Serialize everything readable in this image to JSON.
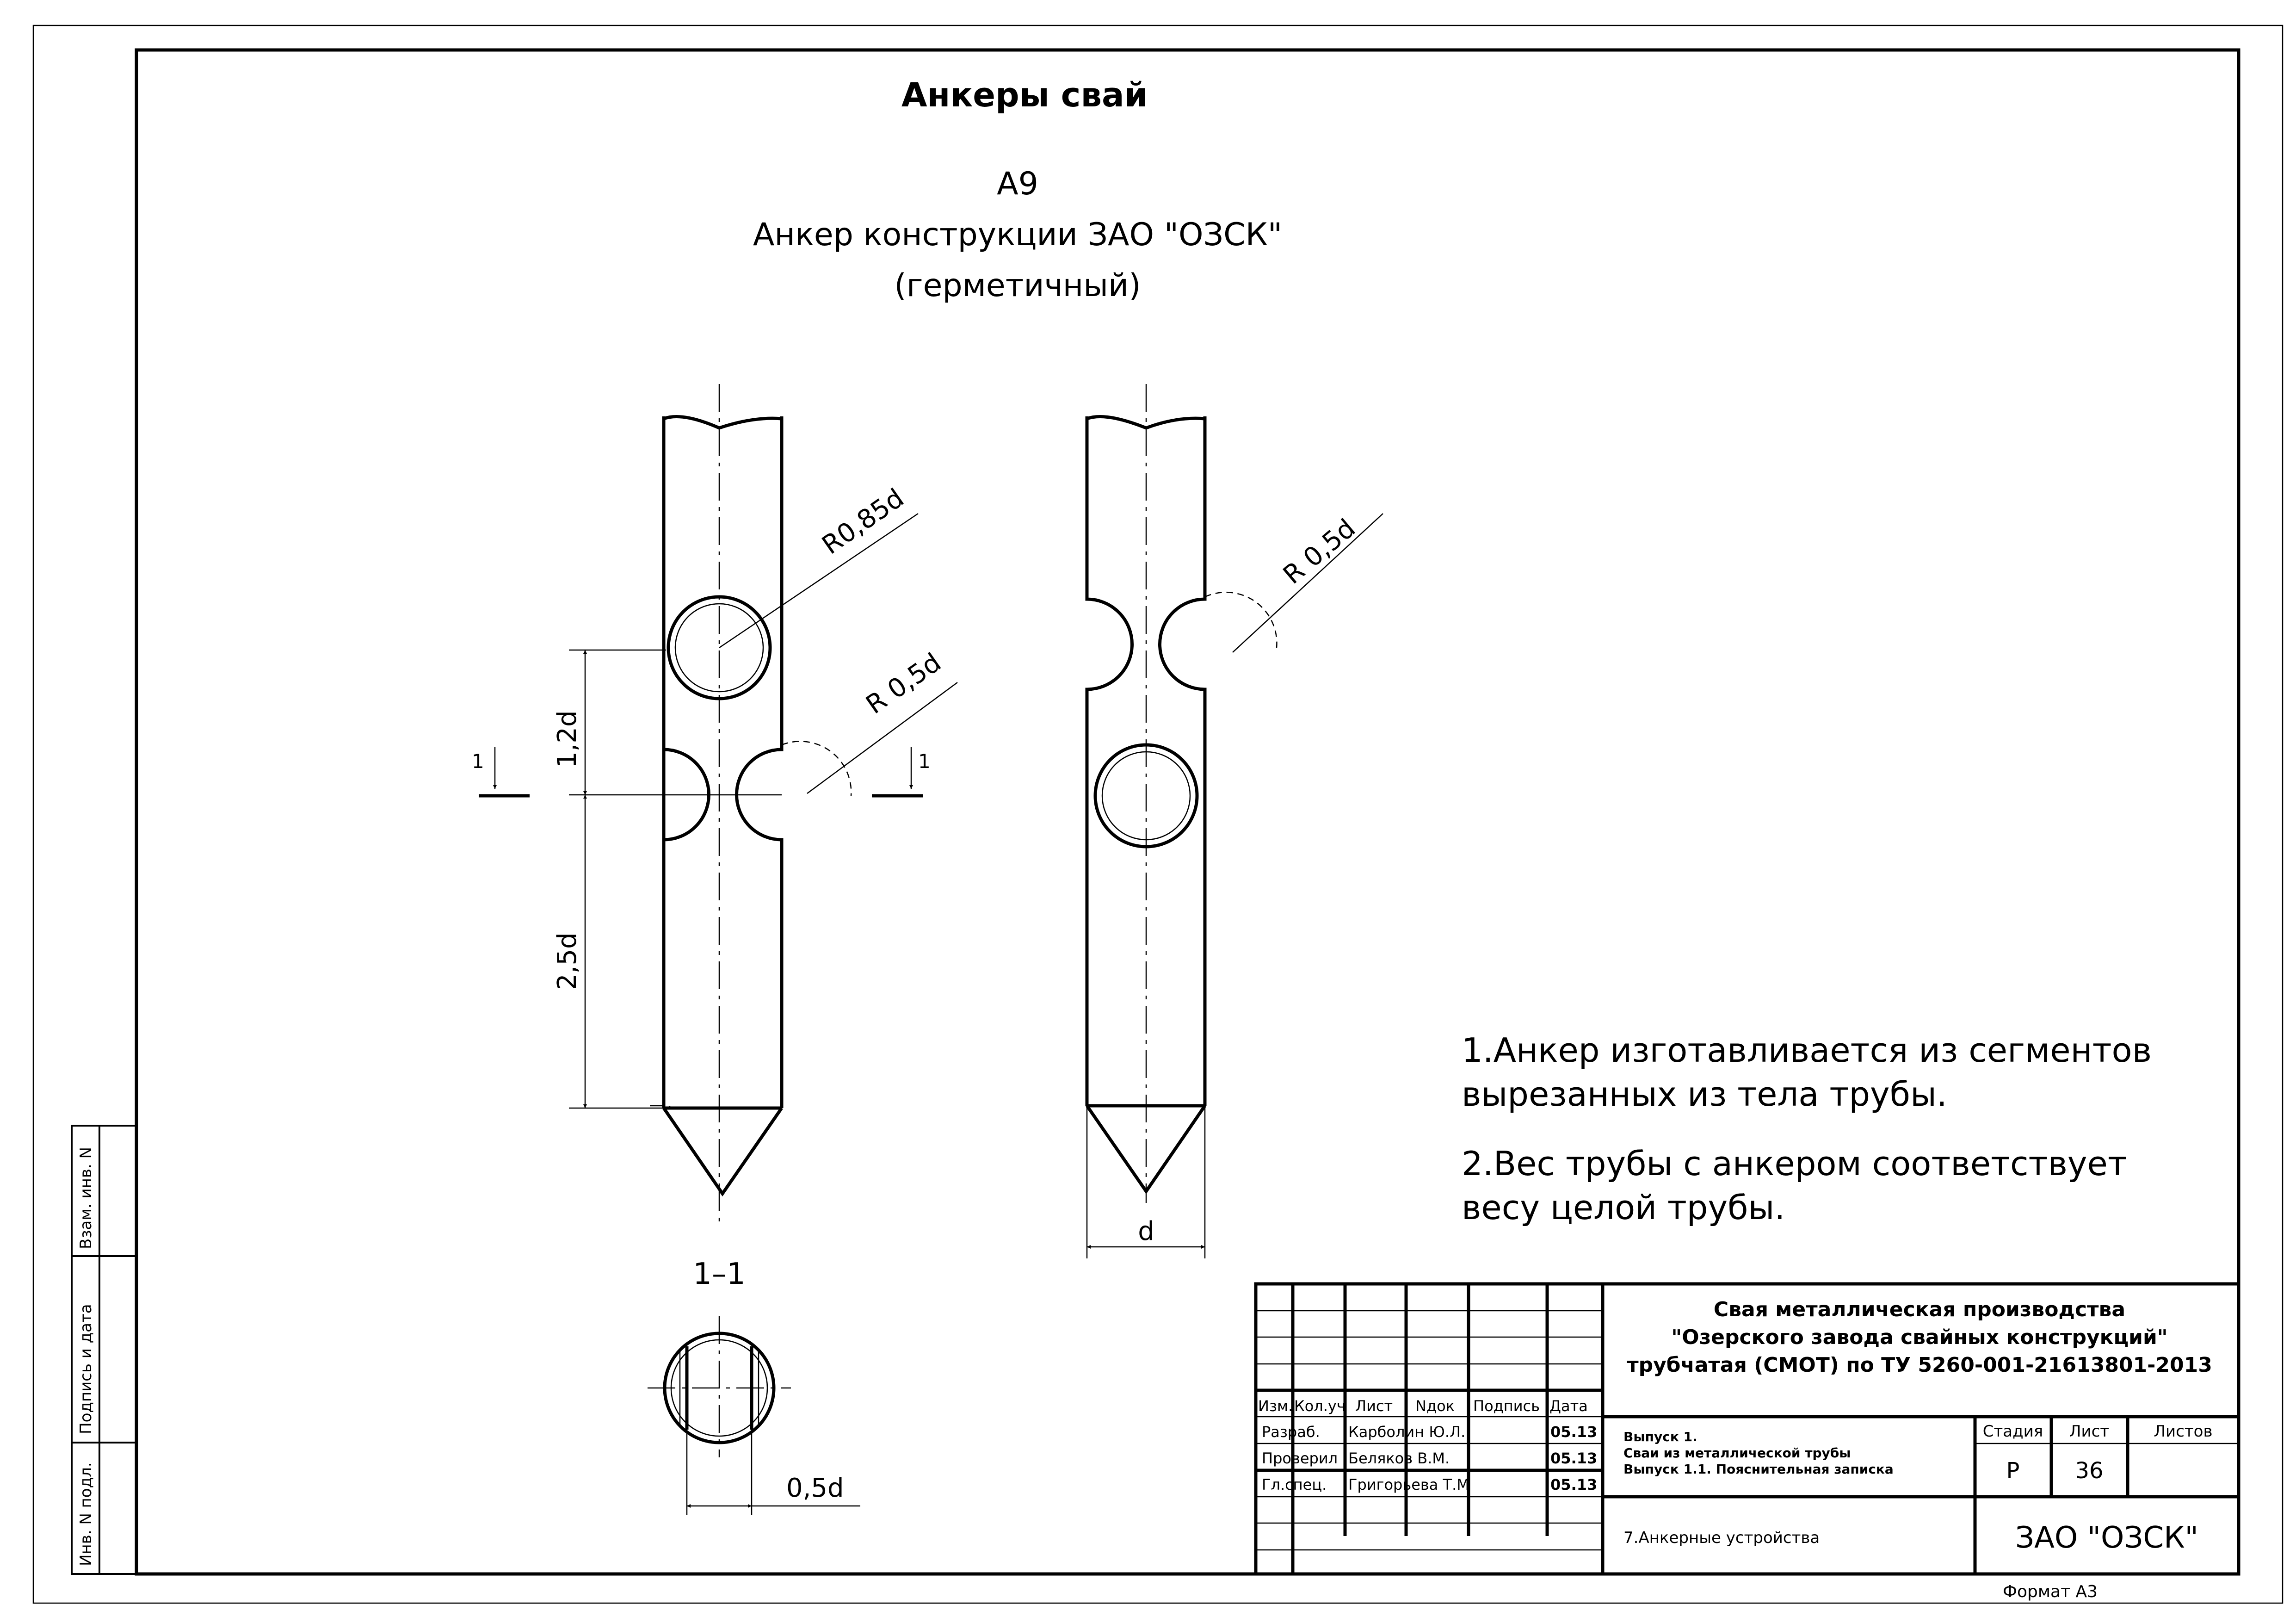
{
  "title": "Анкеры свай",
  "subtitle": {
    "code": "А9",
    "line1": "Анкер конструкции ЗАО \"ОЗСК\"",
    "line2": "(герметичный)"
  },
  "dimensions": {
    "r085d": "R0,85d",
    "r05d_left": "R 0,5d",
    "r05d_right": "R 0,5d",
    "d12": "1,2d",
    "d25": "2,5d",
    "d": "d",
    "d05": "0,5d"
  },
  "section": {
    "label": "1–1",
    "mark_left": "1",
    "mark_right": "1"
  },
  "notes": [
    {
      "line1": "1.Анкер изготавливается из сегментов",
      "line2": "вырезанных из тела трубы."
    },
    {
      "line1": "2.Вес трубы с анкером соответствует",
      "line2": "весу целой трубы."
    }
  ],
  "side_stamp": {
    "cell1": "Взам. инв. N",
    "cell2": "Подпись и дата",
    "cell3": "Инв. N подл."
  },
  "title_block": {
    "product_line1": "Свая металлическая производства",
    "product_line2": "\"Озерского завода свайных конструкций\"",
    "product_line3": "трубчатая (СМОТ) по ТУ 5260-001-21613801-2013",
    "headers": [
      "Изм.",
      "Кол.уч",
      "Лист",
      "Nдок",
      "Подпись",
      "Дата"
    ],
    "rows": [
      {
        "role": "Разраб.",
        "name": "Карболин Ю.Л.",
        "date": "05.13"
      },
      {
        "role": "Проверил",
        "name": "Беляков В.М.",
        "date": "05.13"
      },
      {
        "role": "Гл.спец.",
        "name": "Григорьева Т.М",
        "date": "05.13"
      }
    ],
    "doc_line1": "Выпуск 1.",
    "doc_line2": "Сваи из металлической трубы",
    "doc_line3": "Выпуск 1.1. Пояснительная записка",
    "stage_header": "Стадия",
    "sheet_header": "Лист",
    "sheets_header": "Листов",
    "stage_value": "Р",
    "sheet_value": "36",
    "sheets_value": "",
    "section_name": "7.Анкерные устройства",
    "company": "ЗАО \"ОЗСК\""
  },
  "format": "Формат А3"
}
